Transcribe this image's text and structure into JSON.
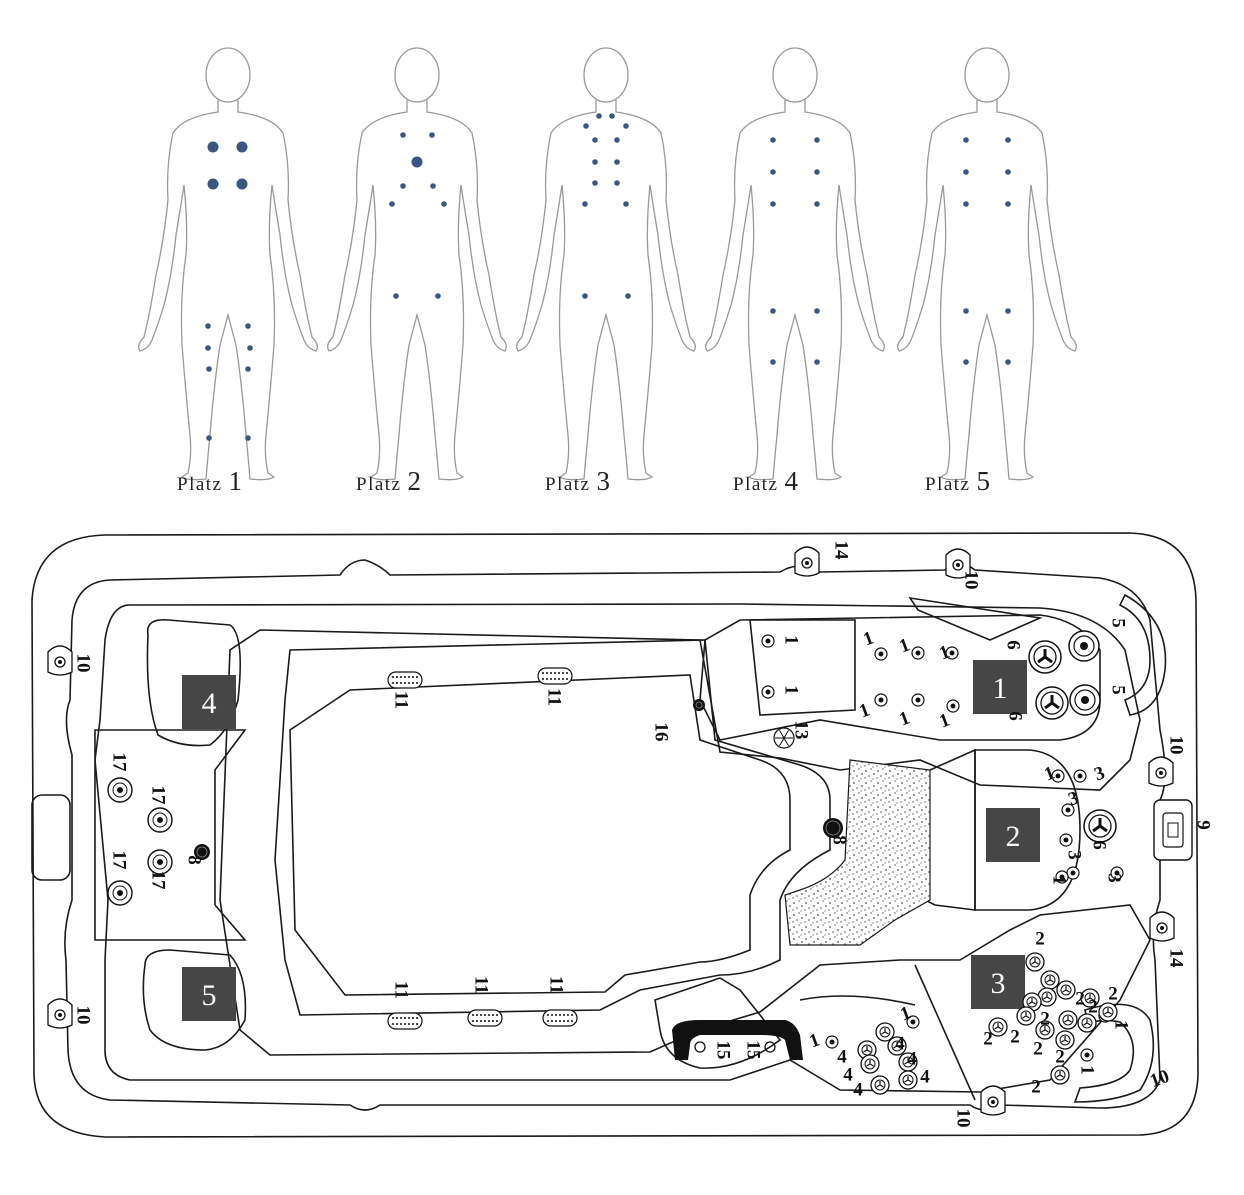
{
  "figures": [
    {
      "word": "Platz",
      "num": "1"
    },
    {
      "word": "Platz",
      "num": "2"
    },
    {
      "word": "Platz",
      "num": "3"
    },
    {
      "word": "Platz",
      "num": "4"
    },
    {
      "word": "Platz",
      "num": "5"
    }
  ],
  "seats": [
    "1",
    "2",
    "3",
    "4",
    "5"
  ],
  "colors": {
    "dot": "#3b5680",
    "box": "#464646",
    "line": "#1a1a1a"
  },
  "callouts": {
    "n1": "1",
    "n2": "2",
    "n3": "3",
    "n4": "4",
    "n5": "5",
    "n6": "6",
    "n8": "8",
    "n9": "9",
    "n10": "10",
    "n11": "11",
    "n13": "13",
    "n14": "14",
    "n15": "15",
    "n16": "16",
    "n17": "17"
  }
}
